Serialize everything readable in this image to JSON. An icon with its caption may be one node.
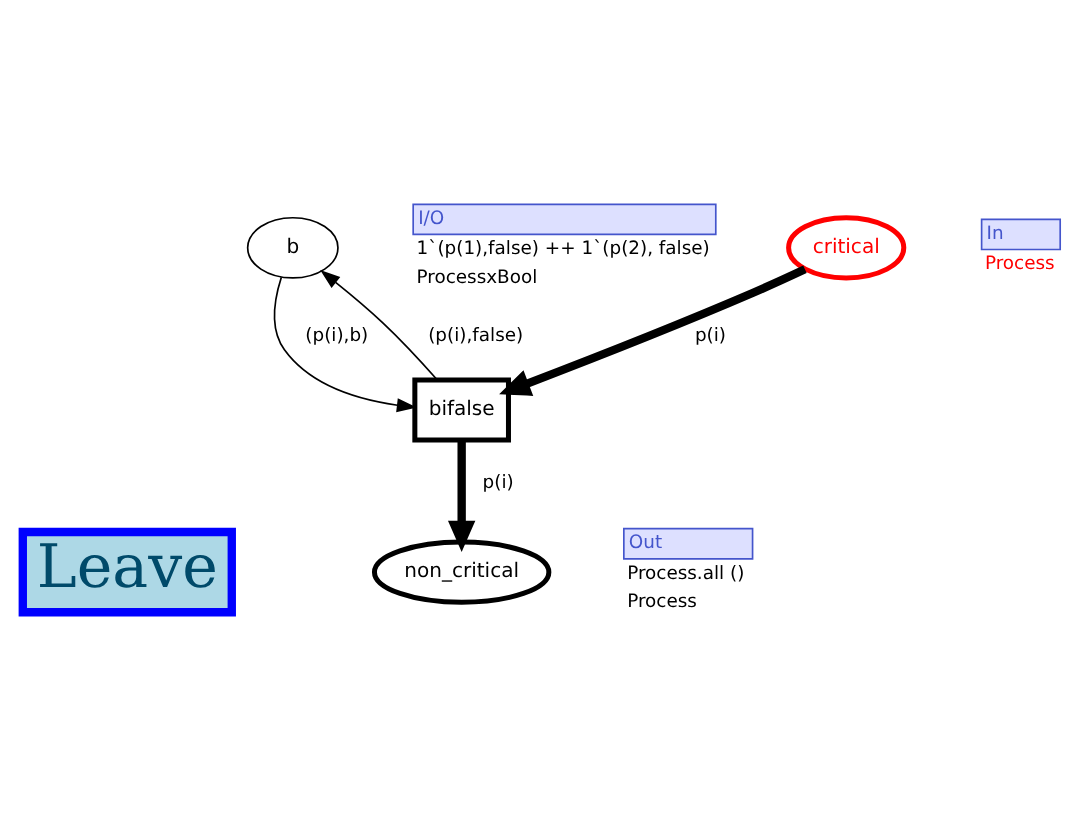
{
  "diagram": {
    "nodes": [
      {
        "text": [
          "b"
        ],
        "beside": [
          "I/O",
          "1`(p(1),false) ++ 1`(p(2), false)",
          "ProcessxBool"
        ]
      },
      {
        "text": [
          "critical"
        ],
        "beside": [
          "In",
          "Process"
        ]
      },
      {
        "text": [
          "bifalse"
        ]
      },
      {
        "text": [
          "non_critical"
        ],
        "beside": [
          "Out",
          "Process.all ()",
          "Process"
        ]
      },
      {
        "text": [
          "Leave"
        ]
      }
    ],
    "edges": [
      {
        "from": 1,
        "to": 2,
        "arrow": "to",
        "label": "p(i)",
        "style": "thick"
      },
      {
        "from": 0,
        "to": 2,
        "arrow": "to",
        "label": "(p(i),b)"
      },
      {
        "from": 2,
        "to": 0,
        "arrow": "to",
        "label": "(p(i),false)"
      },
      {
        "from": 2,
        "to": 3,
        "arrow": "to",
        "label": "p(i)",
        "style": "thick"
      }
    ]
  }
}
